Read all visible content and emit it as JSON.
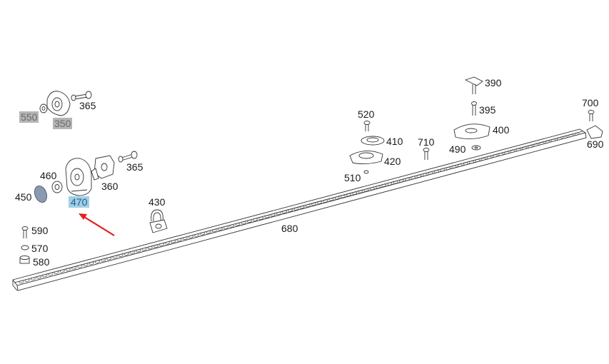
{
  "diagram": {
    "labels": [
      {
        "id": "550",
        "text": "550",
        "style": "grey"
      },
      {
        "id": "350",
        "text": "350",
        "style": "grey"
      },
      {
        "id": "365a",
        "text": "365",
        "style": "normal"
      },
      {
        "id": "460",
        "text": "460",
        "style": "normal"
      },
      {
        "id": "450",
        "text": "450",
        "style": "normal"
      },
      {
        "id": "470",
        "text": "470",
        "style": "highlight"
      },
      {
        "id": "360",
        "text": "360",
        "style": "normal"
      },
      {
        "id": "365b",
        "text": "365",
        "style": "normal"
      },
      {
        "id": "430",
        "text": "430",
        "style": "normal"
      },
      {
        "id": "590",
        "text": "590",
        "style": "normal"
      },
      {
        "id": "570",
        "text": "570",
        "style": "normal"
      },
      {
        "id": "580",
        "text": "580",
        "style": "normal"
      },
      {
        "id": "680",
        "text": "680",
        "style": "normal"
      },
      {
        "id": "520",
        "text": "520",
        "style": "normal"
      },
      {
        "id": "410",
        "text": "410",
        "style": "normal"
      },
      {
        "id": "420",
        "text": "420",
        "style": "normal"
      },
      {
        "id": "510",
        "text": "510",
        "style": "normal"
      },
      {
        "id": "710",
        "text": "710",
        "style": "normal"
      },
      {
        "id": "490",
        "text": "490",
        "style": "normal"
      },
      {
        "id": "390",
        "text": "390",
        "style": "normal"
      },
      {
        "id": "395",
        "text": "395",
        "style": "normal"
      },
      {
        "id": "400",
        "text": "400",
        "style": "normal"
      },
      {
        "id": "700",
        "text": "700",
        "style": "normal"
      },
      {
        "id": "690",
        "text": "690",
        "style": "normal"
      }
    ],
    "highlight_color": "#9fd0ea",
    "grey_color": "#b5b5b5",
    "arrow_color": "#e02020"
  }
}
